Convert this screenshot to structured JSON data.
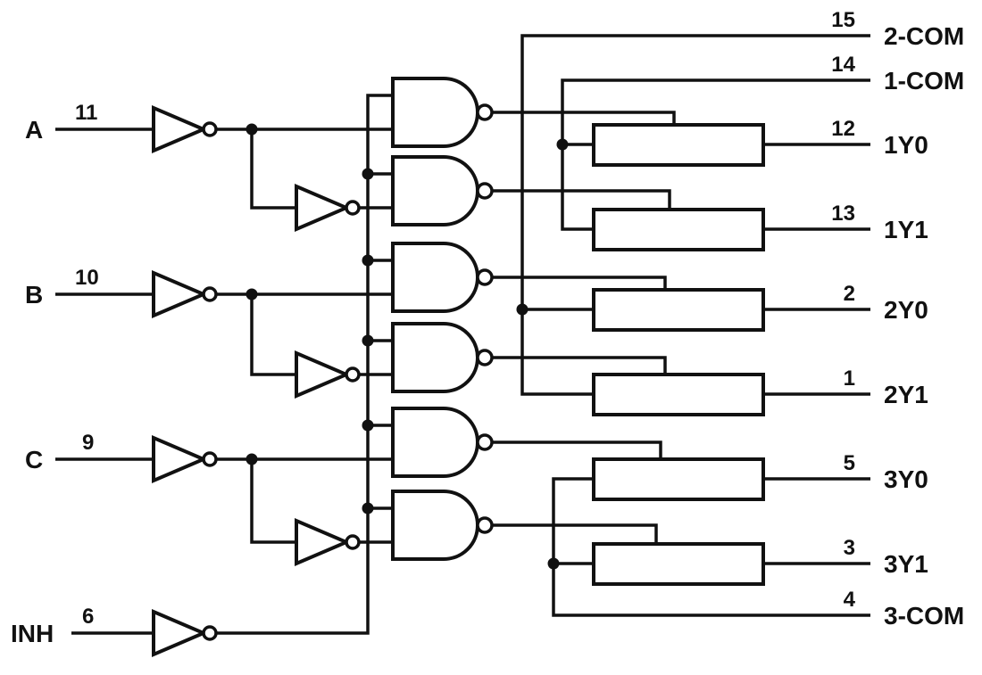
{
  "diagram": {
    "inputs": [
      {
        "label": "A",
        "pin": "11"
      },
      {
        "label": "B",
        "pin": "10"
      },
      {
        "label": "C",
        "pin": "9"
      },
      {
        "label": "INH",
        "pin": "6"
      }
    ],
    "outputs": [
      {
        "pin": "15",
        "label": "2-COM"
      },
      {
        "pin": "14",
        "label": "1-COM"
      },
      {
        "pin": "12",
        "label": "1Y0"
      },
      {
        "pin": "13",
        "label": "1Y1"
      },
      {
        "pin": "2",
        "label": "2Y0"
      },
      {
        "pin": "1",
        "label": "2Y1"
      },
      {
        "pin": "5",
        "label": "3Y0"
      },
      {
        "pin": "3",
        "label": "3Y1"
      },
      {
        "pin": "4",
        "label": "3-COM"
      }
    ],
    "colors": {
      "line": "#111111",
      "background": "#ffffff"
    }
  }
}
